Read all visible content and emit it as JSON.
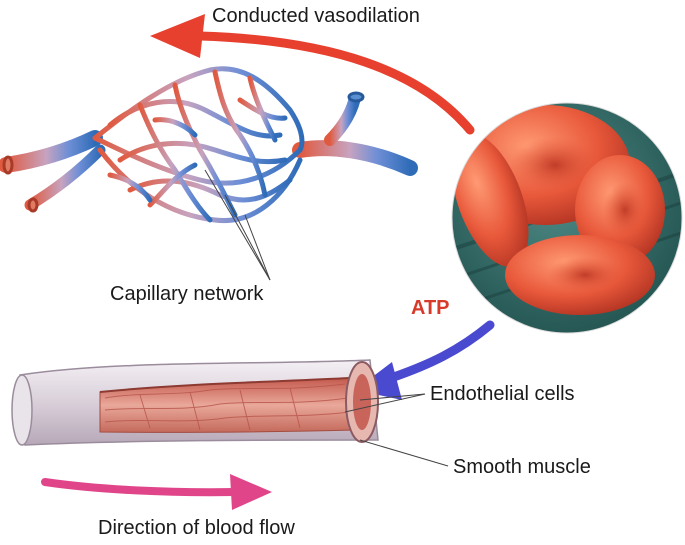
{
  "labels": {
    "conducted_vasodilation": "Conducted vasodilation",
    "capillary_network": "Capillary network",
    "atp": "ATP",
    "endothelial_cells": "Endothelial cells",
    "smooth_muscle": "Smooth muscle",
    "direction_of_blood_flow": "Direction of blood flow"
  },
  "colors": {
    "vasodilation_arrow": "#e8402e",
    "atp_text": "#d83a2a",
    "atp_arrow": "#4a4ad0",
    "flow_arrow": "#e0458a",
    "artery": "#e0604a",
    "vein": "#3f7fc4",
    "red_cell": "#e4583e",
    "cell_background": "#2f6f6a"
  }
}
